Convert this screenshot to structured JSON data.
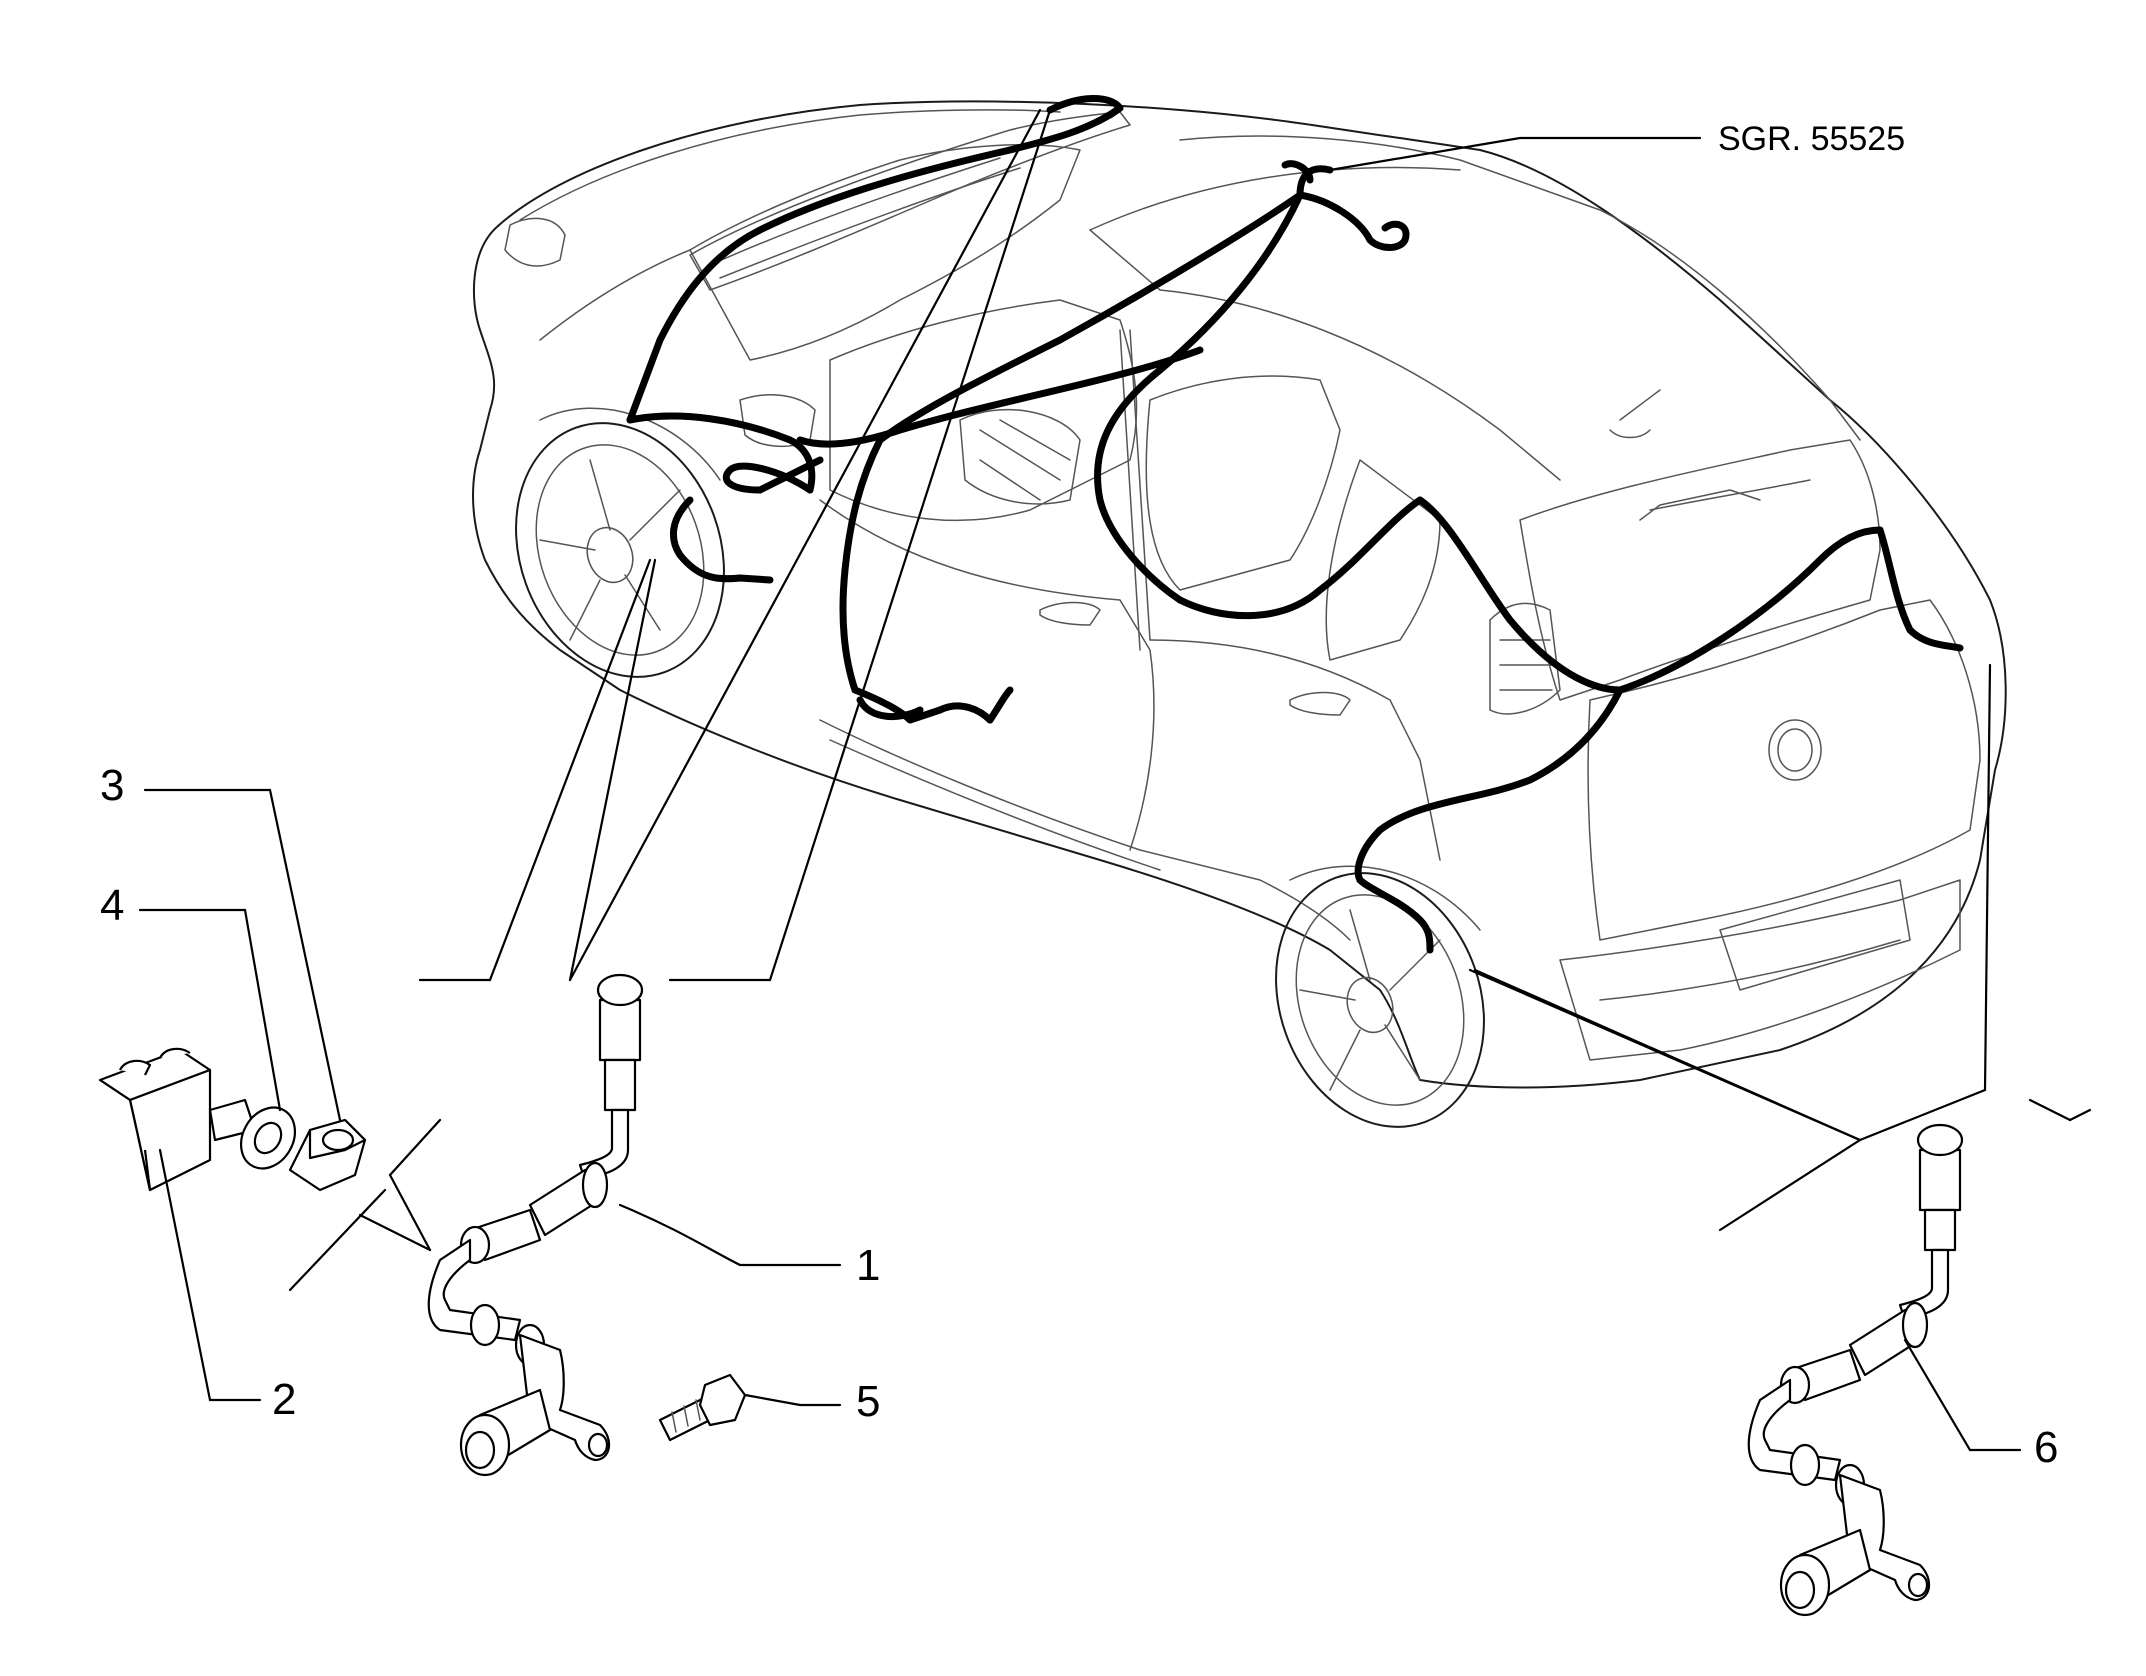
{
  "reference": "SGR. 55525",
  "callouts": [
    {
      "number": "1"
    },
    {
      "number": "2"
    },
    {
      "number": "3"
    },
    {
      "number": "4"
    },
    {
      "number": "5"
    },
    {
      "number": "6"
    }
  ]
}
